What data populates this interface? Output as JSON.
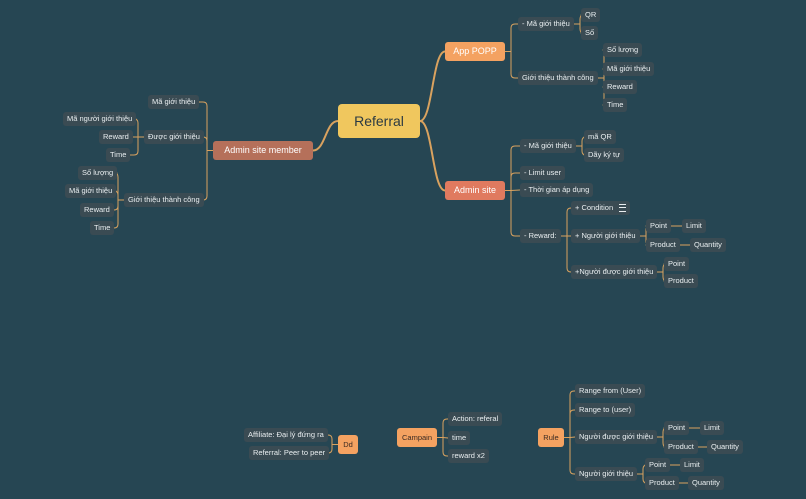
{
  "nodes": {
    "root": "Referral",
    "app_popp": "App POPP",
    "app_ma_gioi_thieu": "- Mã giới thiệu",
    "app_qr": "QR",
    "app_so": "Số",
    "app_gtc": "Giới thiệu thành công",
    "app_gtc_so_luong": "Số lượng",
    "app_gtc_ma": "Mã giới thiệu",
    "app_gtc_reward": "Reward",
    "app_gtc_time": "Time",
    "admin_site": "Admin site",
    "as_ma_gioi_thieu": "- Mã giới thiệu",
    "as_ma_qr": "mã QR",
    "as_day_ky_tu": "Dãy ký tự",
    "as_limit_user": "- Limit user",
    "as_thoi_gian": "- Thời gian áp dụng",
    "as_reward": "- Reward:",
    "as_condition": "+ Condition",
    "as_nguoi_gt": "+ Người giới thiệu",
    "as_ngt_point": "Point",
    "as_ngt_limit": "Limit",
    "as_ngt_product": "Product",
    "as_ngt_quantity": "Quantity",
    "as_nguoi_dgt": "+Người được giới thiệu",
    "as_ndgt_point": "Point",
    "as_ndgt_product": "Product",
    "admin_member": "Admin site member",
    "am_ma_gioi_thieu": "Mã giới thiệu",
    "am_duoc_gt": "Được giới thiệu",
    "am_dgt_ma_nguoi": "Mã người giới thiệu",
    "am_dgt_reward": "Reward",
    "am_dgt_time": "Time",
    "am_gtc": "Giới thiệu thành công",
    "am_gtc_so_luong": "Số lượng",
    "am_gtc_ma": "Mã giới thiệu",
    "am_gtc_reward": "Reward",
    "am_gtc_time": "Time",
    "dd": "Dd",
    "dd_affiliate": "Affiliate: Đại lý đứng ra",
    "dd_referral": "Referral: Peer to peer",
    "campain": "Campain",
    "c_action": "Action: referal",
    "c_time": "time",
    "c_reward": "reward x2",
    "rule": "Rule",
    "r_range_from": "Range from (User)",
    "r_range_to": "Range to (user)",
    "r_ndgt": "Người được giới thiệu",
    "r_ndgt_point": "Point",
    "r_ndgt_limit": "Limit",
    "r_ndgt_product": "Product",
    "r_ndgt_quantity": "Quantity",
    "r_ngt": "Người giới thiệu",
    "r_ngt_point": "Point",
    "r_ngt_limit": "Limit",
    "r_ngt_product": "Product",
    "r_ngt_quantity": "Quantity"
  },
  "icons": {
    "note": "note-icon"
  },
  "colors": {
    "background": "#264653",
    "root": "#f0c75e",
    "main_orange": "#f4a261",
    "main_red": "#e07a5f",
    "main_brown": "#b5705a",
    "leaf": "#3a4b53",
    "line": "#d9a25f"
  }
}
